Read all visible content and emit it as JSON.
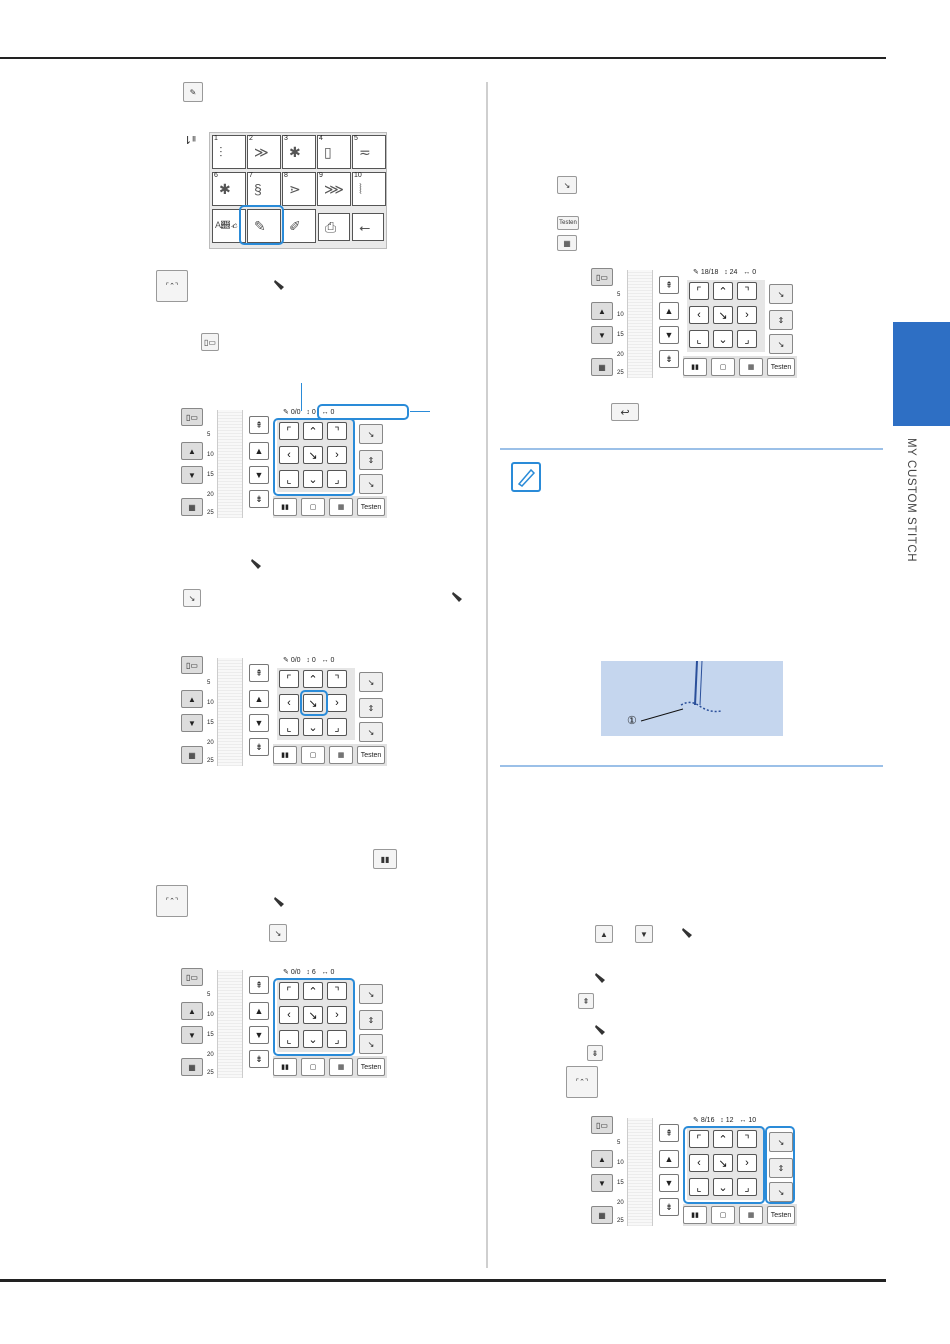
{
  "sidebar": {
    "chapter_label": "MY CUSTOM STITCH",
    "tab_color": "#2e6fc4"
  },
  "colors": {
    "accent": "#2a8bd8",
    "memo_line": "#9bc0e8",
    "memo_image_bg": "#c5d6ee"
  },
  "stitch_menu": {
    "cells": [
      {
        "num": "1"
      },
      {
        "num": "2"
      },
      {
        "num": "3"
      },
      {
        "num": "4"
      },
      {
        "num": "5"
      },
      {
        "num": "6"
      },
      {
        "num": "7"
      },
      {
        "num": "8"
      },
      {
        "num": "9"
      },
      {
        "num": "10"
      }
    ],
    "font_key": "A𝒝𝒸"
  },
  "screens": [
    {
      "status": {
        "den": "0",
        "num": "0",
        "height": "0",
        "width": "0"
      },
      "testen": "Testen",
      "ruler": [
        "5",
        "10",
        "15",
        "20",
        "25"
      ]
    },
    {
      "status": {
        "den": "0",
        "num": "0",
        "height": "0",
        "width": "0"
      },
      "testen": "Testen",
      "ruler": [
        "5",
        "10",
        "15",
        "20",
        "25"
      ]
    },
    {
      "status": {
        "den": "0",
        "num": "0",
        "height": "6",
        "width": "0"
      },
      "testen": "Testen",
      "ruler": [
        "5",
        "10",
        "15",
        "20",
        "25"
      ]
    },
    {
      "status": {
        "den": "18",
        "num": "18",
        "height": "24",
        "width": "0"
      },
      "testen": "Testen",
      "ruler": [
        "5",
        "10",
        "15",
        "20",
        "25"
      ]
    },
    {
      "status": {
        "den": "16",
        "num": "8",
        "height": "12",
        "width": "10"
      },
      "testen": "Testen",
      "ruler": [
        "5",
        "10",
        "15",
        "20",
        "25"
      ]
    }
  ],
  "inline": {
    "testen_small": "Testen"
  },
  "memo": {
    "callout_number": "①"
  }
}
